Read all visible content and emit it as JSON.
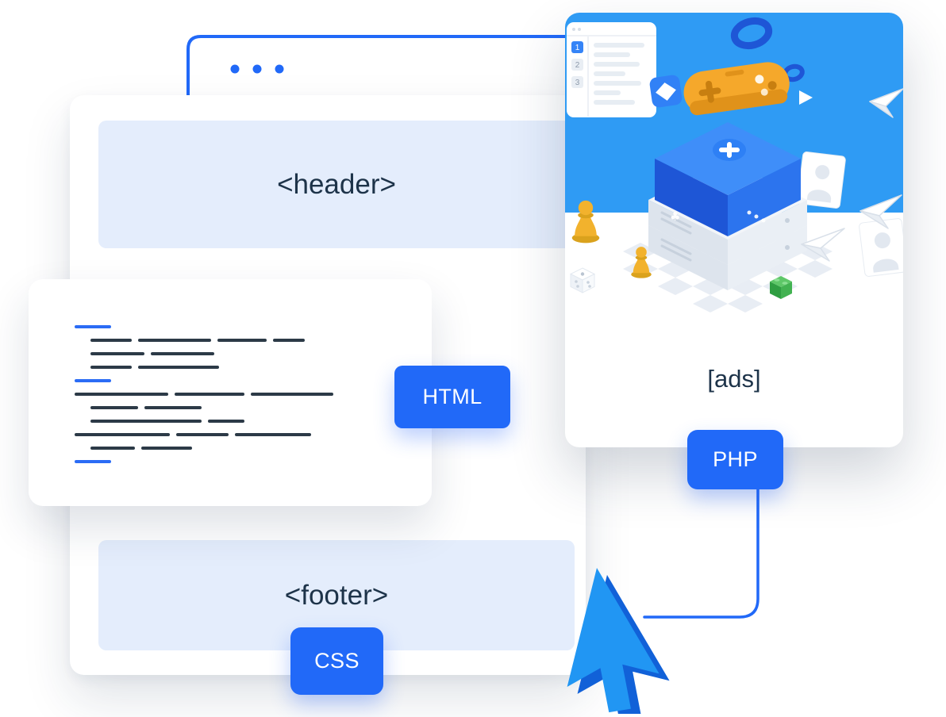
{
  "mockup": {
    "header_label": "<header>",
    "footer_label": "<footer>",
    "ads_label": "[ads]"
  },
  "badges": {
    "html": "HTML",
    "css": "CSS",
    "php": "PHP"
  },
  "mini_browser": {
    "item_numbers": [
      "1",
      "2",
      "3"
    ]
  },
  "colors": {
    "accent_blue": "#2169f8",
    "sky_blue": "#2f9bf4",
    "panel_fill": "#e4edfc",
    "heading_text": "#1d3349",
    "code_dark": "#2c3a47",
    "code_blue": "#2b6cf5",
    "cursor_blue": "#2196f3",
    "cursor_shadow": "#1161d8"
  },
  "code_card": {
    "lines": [
      {
        "color": "blue",
        "segments": [
          [
            0,
            46
          ]
        ]
      },
      {
        "color": "dark",
        "segments": [
          [
            20,
            52
          ],
          [
            80,
            92
          ],
          [
            180,
            62
          ],
          [
            250,
            40
          ]
        ]
      },
      {
        "color": "dark",
        "segments": [
          [
            20,
            68
          ],
          [
            96,
            80
          ]
        ]
      },
      {
        "color": "dark",
        "segments": [
          [
            20,
            52
          ],
          [
            80,
            102
          ]
        ]
      },
      {
        "color": "blue",
        "segments": [
          [
            0,
            46
          ]
        ]
      },
      {
        "color": "dark",
        "segments": [
          [
            0,
            118
          ],
          [
            126,
            88
          ],
          [
            222,
            104
          ]
        ]
      },
      {
        "color": "dark",
        "segments": [
          [
            20,
            60
          ],
          [
            88,
            72
          ]
        ]
      },
      {
        "color": "dark",
        "segments": [
          [
            20,
            140
          ],
          [
            168,
            46
          ]
        ]
      },
      {
        "color": "dark",
        "segments": [
          [
            0,
            120
          ],
          [
            128,
            66
          ],
          [
            202,
            96
          ]
        ]
      },
      {
        "color": "dark",
        "segments": [
          [
            20,
            56
          ],
          [
            84,
            64
          ]
        ]
      },
      {
        "color": "blue",
        "segments": [
          [
            0,
            46
          ]
        ]
      }
    ]
  }
}
